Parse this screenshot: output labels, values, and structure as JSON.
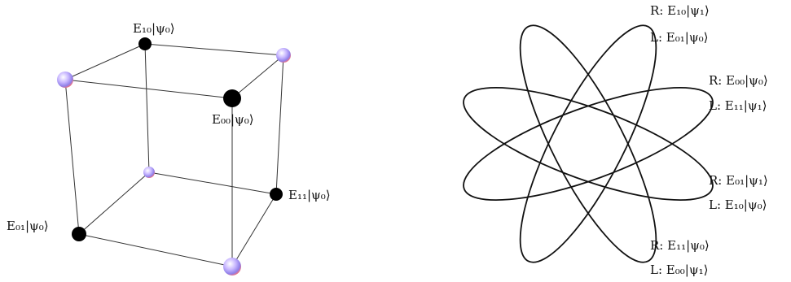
{
  "cube": {
    "labels": {
      "e10_psi0": "E₁₀|ψ₀⟩",
      "e00_psi0": "E₀₀|ψ₀⟩",
      "e11_psi0": "E₁₁|ψ₀⟩",
      "e01_psi0": "E₀₁|ψ₀⟩"
    },
    "colors": {
      "black_vertex": "#000000",
      "sphere_light": "#ffffff",
      "sphere_mid": "#b0a8ff",
      "sphere_edge": "#ff7a7a"
    }
  },
  "orbits": {
    "labels": {
      "top_r": "R: E₁₀|ψ₁⟩",
      "top_l": "L: E₀₁|ψ₀⟩",
      "upper_r": "R: E₀₀|ψ₀⟩",
      "upper_l": "L: E₁₁|ψ₁⟩",
      "lower_r": "R: E₀₁|ψ₁⟩",
      "lower_l": "L: E₁₀|ψ₀⟩",
      "bottom_r": "R: E₁₁|ψ₀⟩",
      "bottom_l": "L: E₀₀|ψ₁⟩"
    }
  }
}
